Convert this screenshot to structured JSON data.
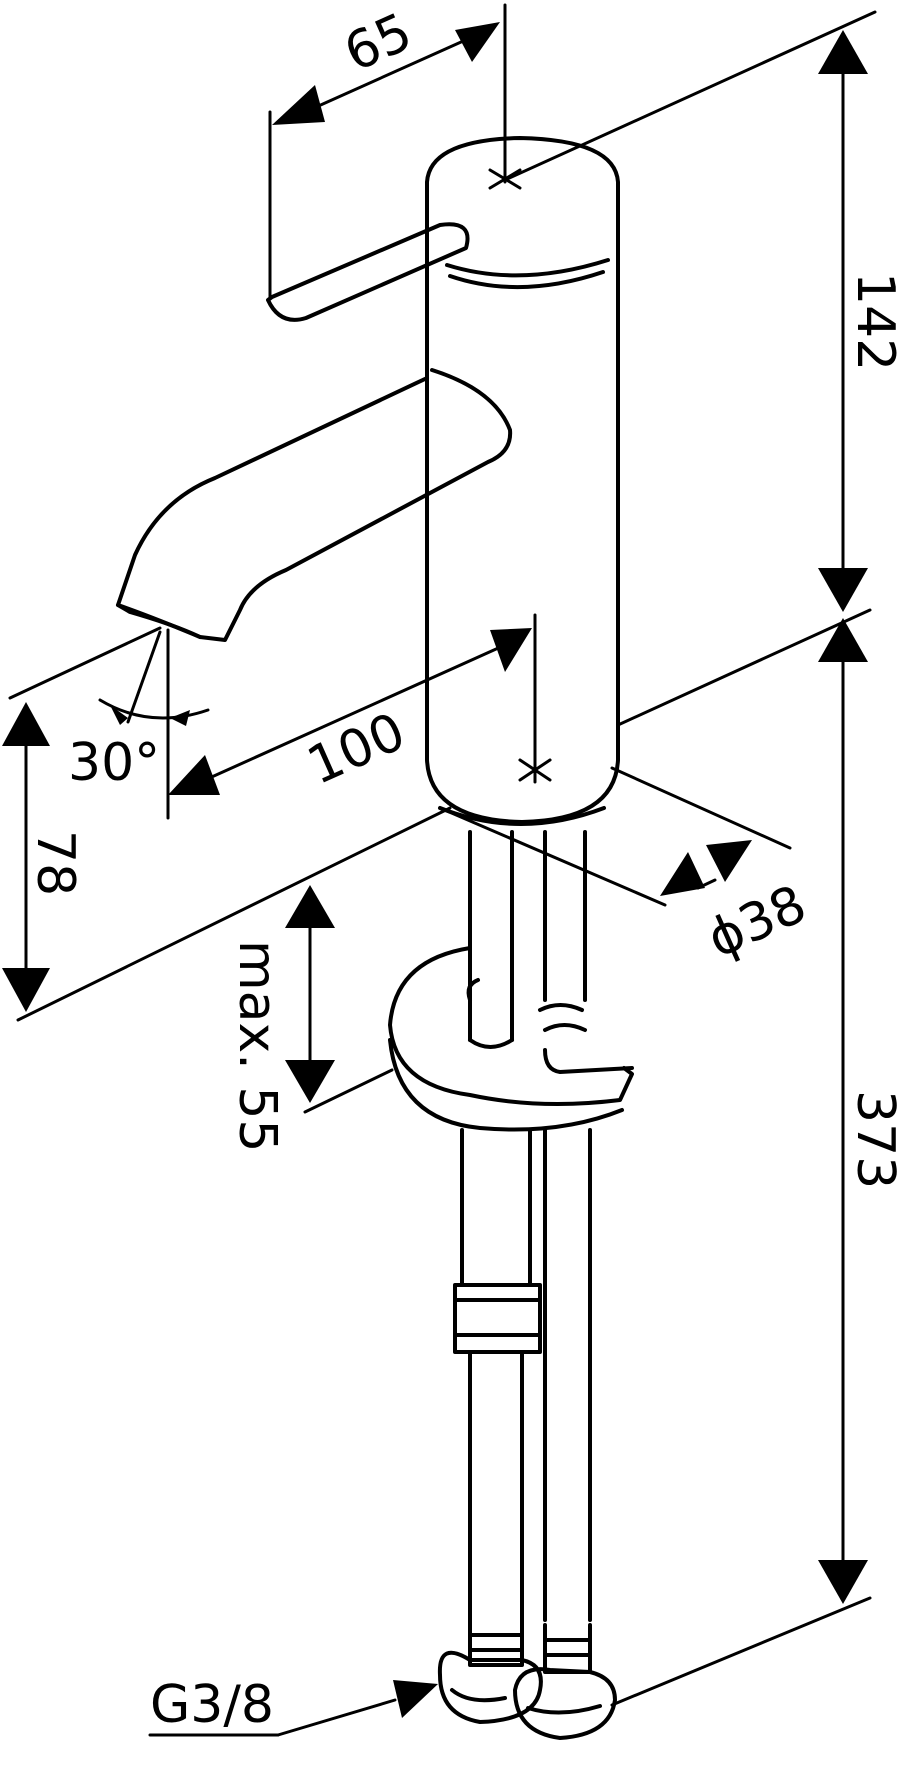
{
  "drawing": {
    "dimensions": {
      "handle_reach": "65",
      "upper_height": "142",
      "total_height": "373",
      "spout_height": "78",
      "spout_angle": "30°",
      "spout_reach": "100",
      "body_diameter": "ϕ38",
      "max_deck_thickness": "max. 55",
      "thread": "G3/8"
    }
  }
}
